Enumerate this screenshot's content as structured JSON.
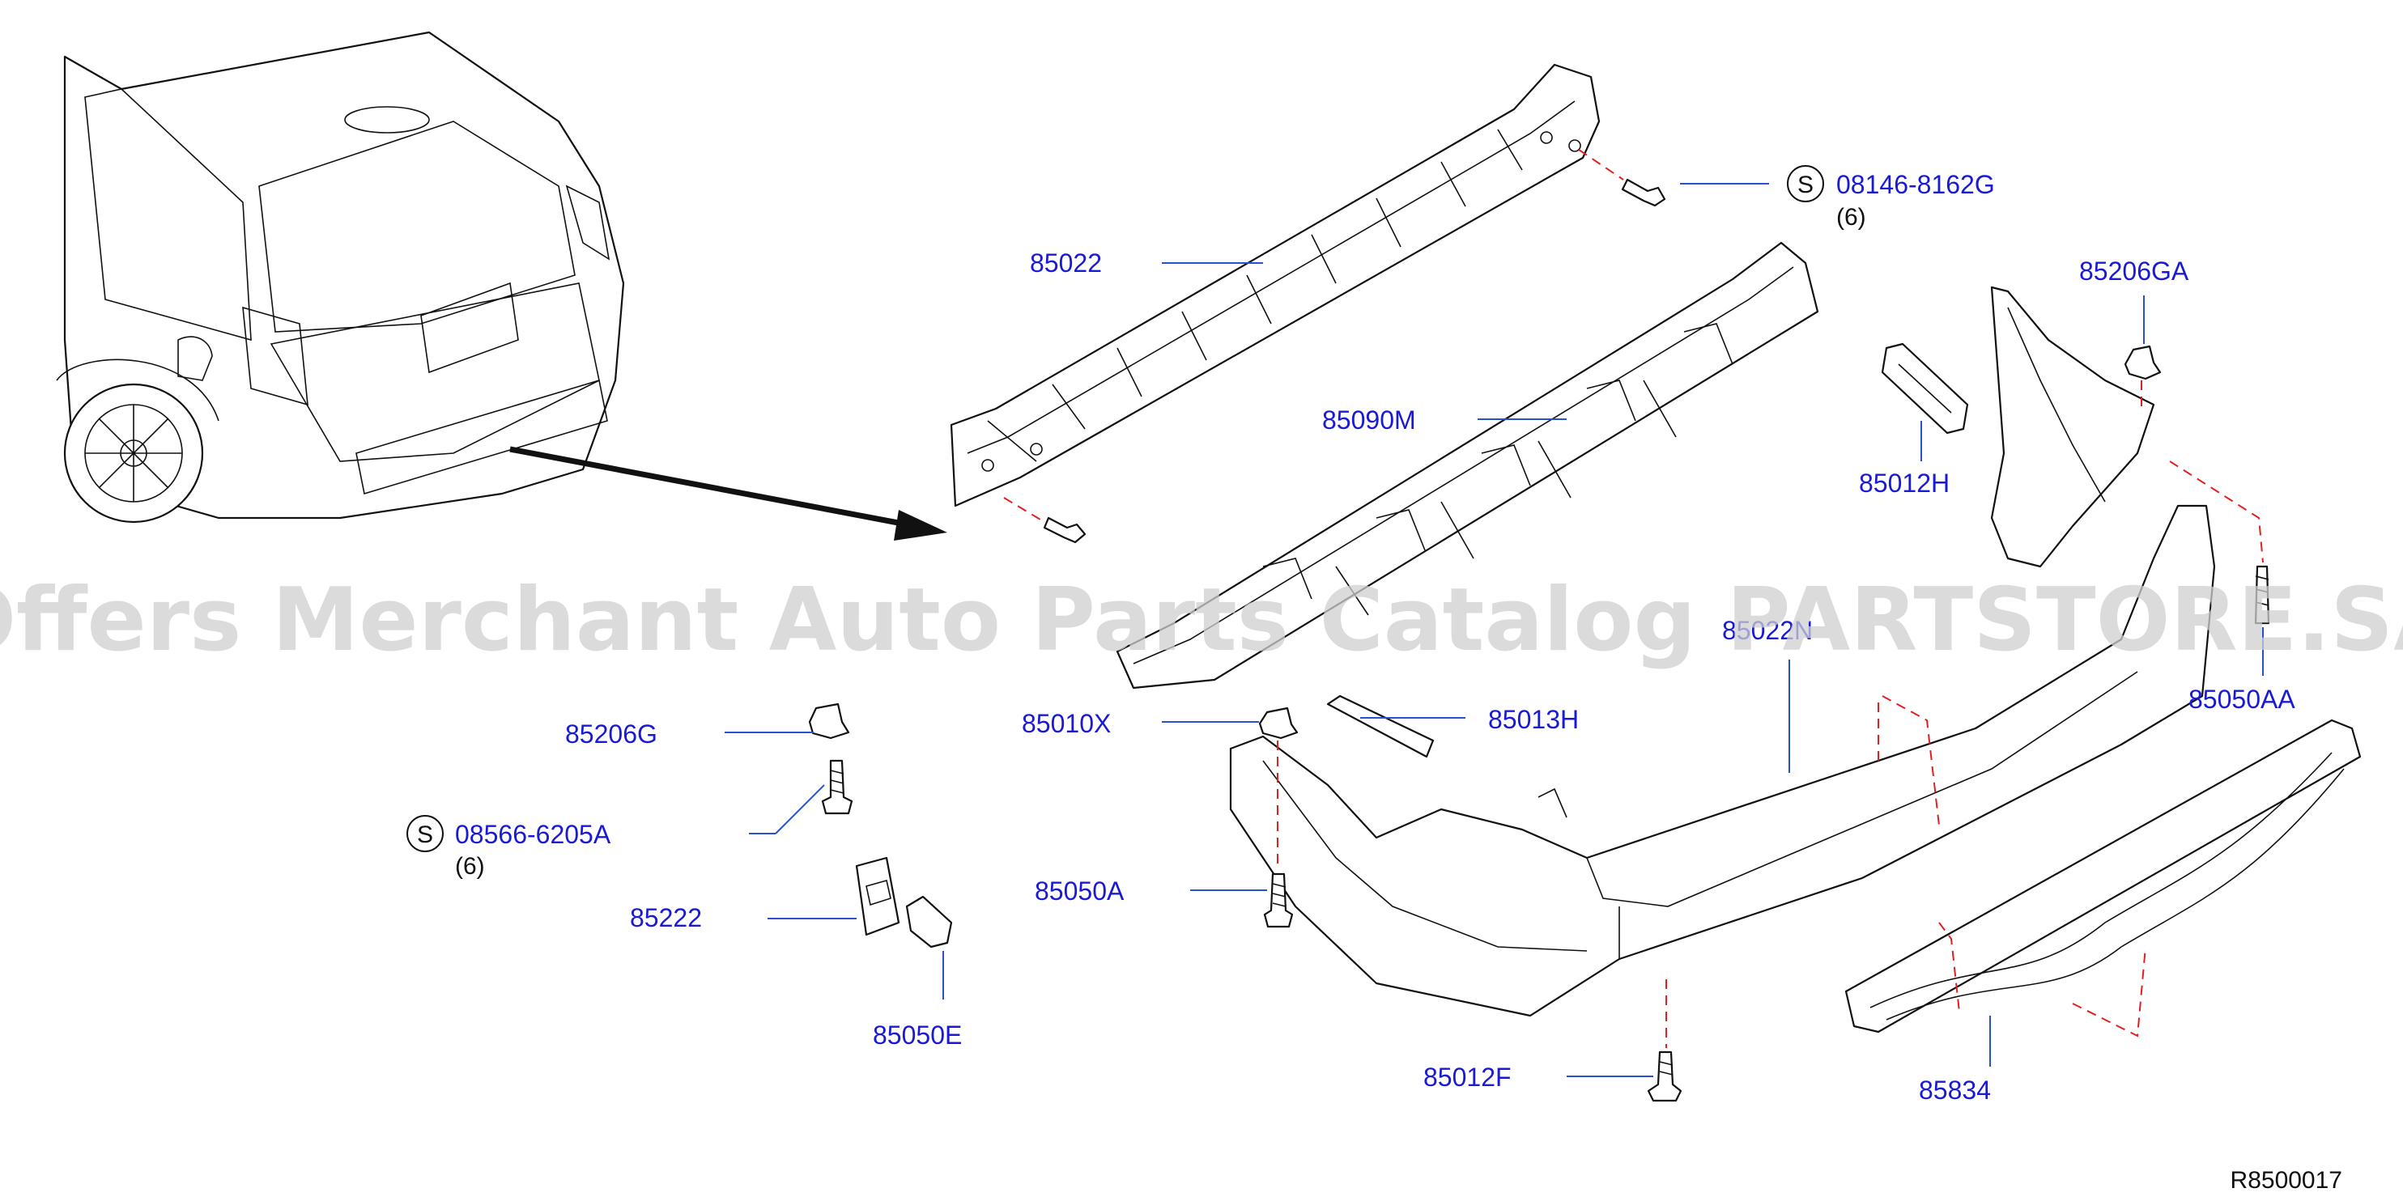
{
  "watermark": "Offers Merchant Auto Parts Catalog PARTSTORE.SA",
  "reference_code": "R8500017",
  "labels": {
    "p85022": "85022",
    "p85090M": "85090M",
    "p85206GA": "85206GA",
    "p85012H": "85012H",
    "p85022N": "85022N",
    "p85050AA": "85050AA",
    "p85206G": "85206G",
    "p85010X": "85010X",
    "p85013H": "85013H",
    "p85050A": "85050A",
    "p85222": "85222",
    "p85050E": "85050E",
    "p85012F": "85012F",
    "p85834": "85834"
  },
  "standard_parts": {
    "top": {
      "symbol": "S",
      "part_no": "08146-8162G",
      "qty": "(6)"
    },
    "left": {
      "symbol": "S",
      "part_no": "08566-6205A",
      "qty": "(6)"
    }
  },
  "colors": {
    "label": "#1a1ad6",
    "leader": "#2a4fd0",
    "dash": "#e02020",
    "line": "#111111",
    "watermark": "#cfcfcf"
  }
}
